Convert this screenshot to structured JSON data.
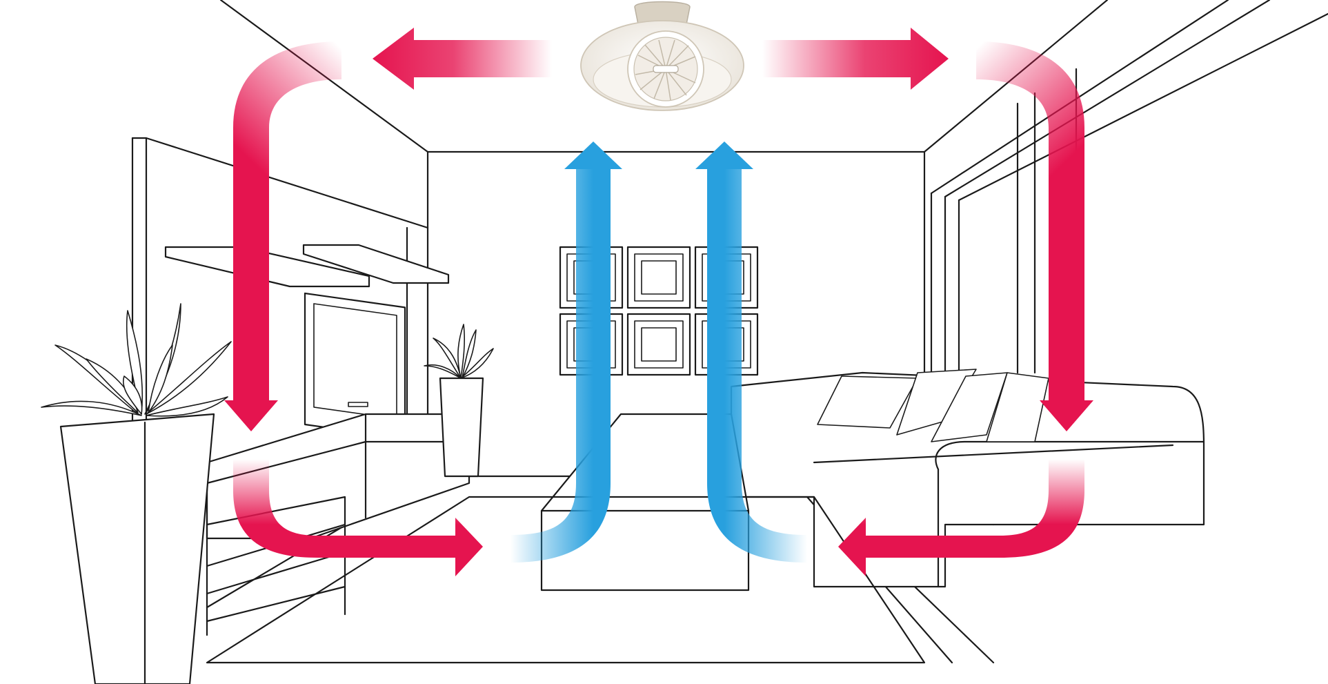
{
  "colors": {
    "warm_air": "#e5144f",
    "cool_air": "#28a0de",
    "line": "#1a1a1a",
    "background": "#ffffff",
    "fan_body": "#f1ece4"
  },
  "icons": [
    "ceiling-fan-icon",
    "potted-plant-icon",
    "tv-icon",
    "sofa-icon",
    "ottoman-icon",
    "picture-frame-icon"
  ],
  "flows": {
    "warm": [
      "top-left",
      "top-right",
      "down-left-wall",
      "down-right-wall",
      "floor-left",
      "floor-right"
    ],
    "cool": [
      "up-left",
      "up-right"
    ]
  }
}
